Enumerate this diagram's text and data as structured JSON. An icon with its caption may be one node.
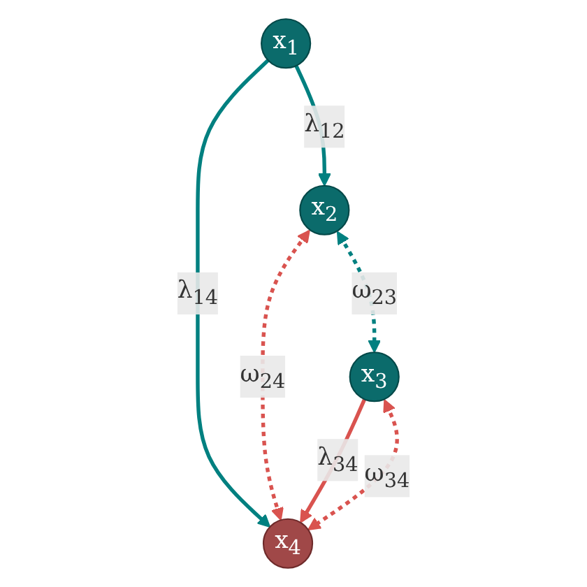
{
  "diagram": {
    "nodes": [
      {
        "text": [
          "x$_{1}$"
        ]
      },
      {
        "text": [
          "x$_{2}$"
        ]
      },
      {
        "text": [
          "x$_{3}$"
        ]
      },
      {
        "text": [
          "x$_{4}$"
        ]
      }
    ],
    "edges": [
      {
        "from": 0,
        "to": 1,
        "arrow": "to",
        "label": "λ$_{12}$",
        "color": "#008080"
      },
      {
        "from": 0,
        "to": 3,
        "arrow": "to",
        "label": "λ$_{14}$",
        "color": "#008080"
      },
      {
        "from": 1,
        "to": 2,
        "arrow": "both",
        "label": "ω$_{23}$",
        "style": "dashed",
        "color": "#008080"
      },
      {
        "from": 1,
        "to": 3,
        "arrow": "both",
        "label": "ω$_{24}$",
        "style": "dashed",
        "color": "#d9534f"
      },
      {
        "from": 2,
        "to": 3,
        "arrow": "to",
        "label": "λ$_{34}$",
        "color": "#d9534f"
      },
      {
        "from": 2,
        "to": 3,
        "arrow": "both",
        "label": "ω$_{34}$",
        "style": "dashed",
        "color": "#d9534f"
      }
    ]
  }
}
